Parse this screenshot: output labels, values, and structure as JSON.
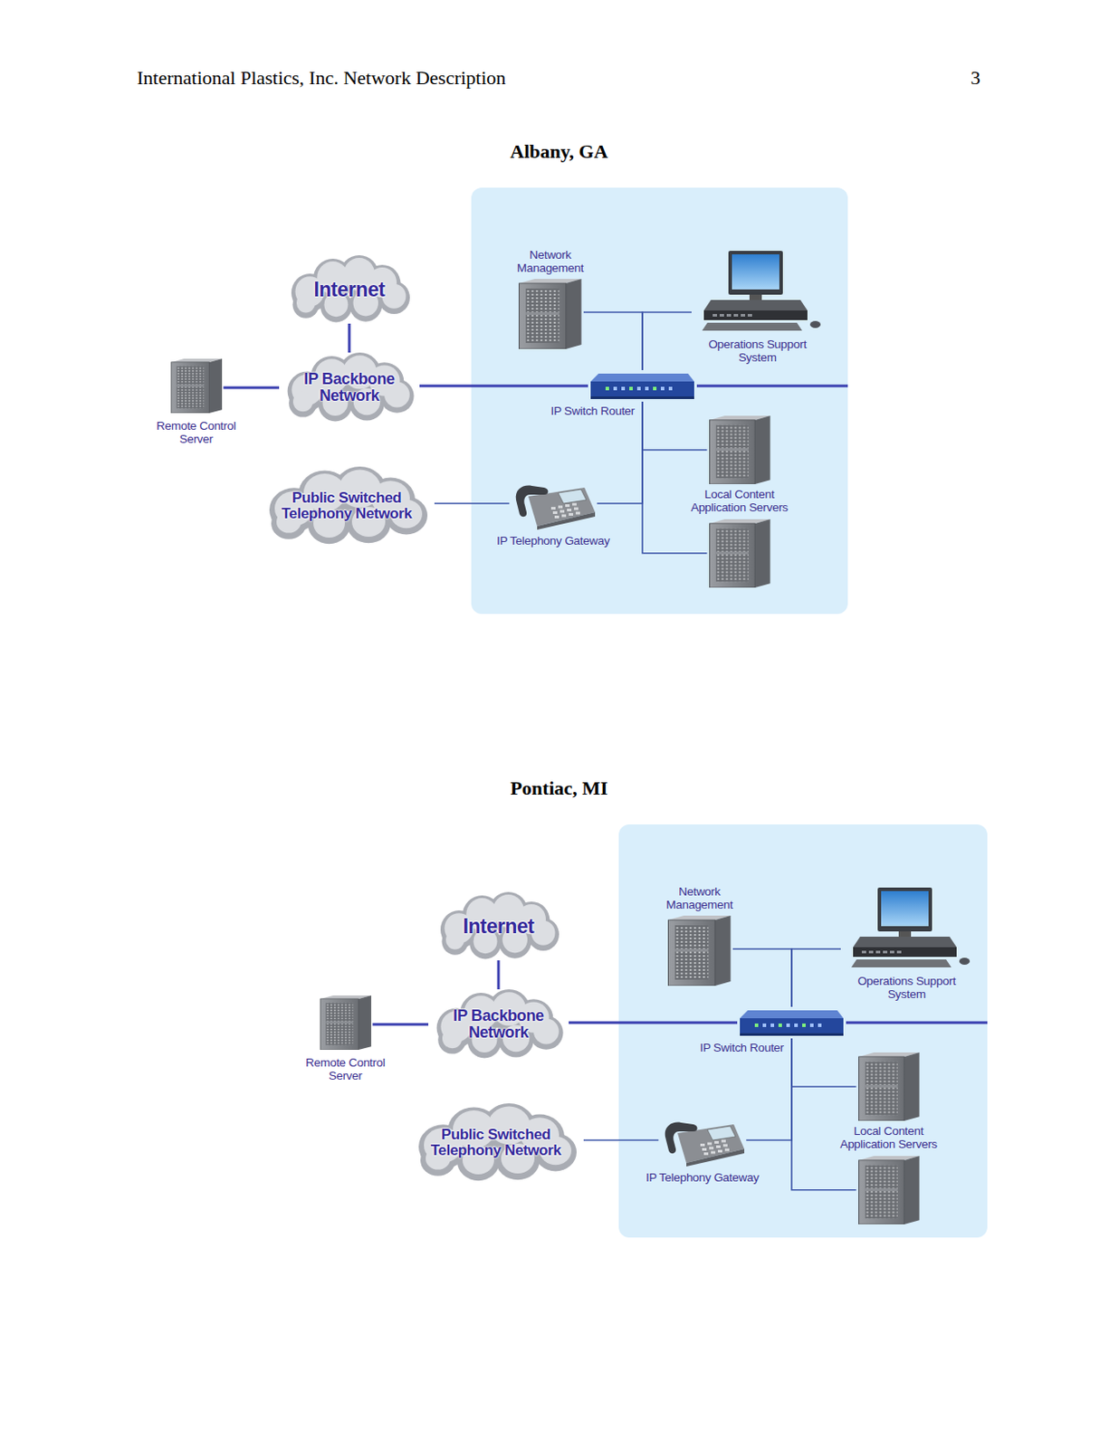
{
  "diagram": {
    "nodes": [
      {
        "text": [
          "Network Management"
        ]
      },
      {
        "text": [
          "Operations Support System"
        ]
      },
      {
        "text": [
          "Internet"
        ]
      },
      {
        "text": [
          "IP Backbone Network"
        ]
      },
      {
        "text": [
          "Remote Control Server"
        ]
      },
      {
        "text": [
          "IP Switch Router"
        ]
      },
      {
        "text": [
          "Local Content Application Servers"
        ]
      },
      {
        "text": [
          "Public Switched Telephony Network"
        ]
      },
      {
        "text": [
          "IP Telephony Gateway"
        ]
      },
      {
        "text": [
          "Network Management"
        ]
      },
      {
        "text": [
          "Operations Support System"
        ]
      },
      {
        "text": [
          "Internet"
        ]
      },
      {
        "text": [
          "IP Backbone Network"
        ]
      },
      {
        "text": [
          "Remote Control Server"
        ]
      },
      {
        "text": [
          "IP Switch Router"
        ]
      },
      {
        "text": [
          "Local Content Application Servers"
        ]
      },
      {
        "text": [
          "Public Switched Telephony Network"
        ]
      },
      {
        "text": [
          "IP Telephony Gateway"
        ]
      }
    ],
    "edges": [
      {
        "from": 2,
        "to": 3,
        "arrow": "none"
      },
      {
        "from": 4,
        "to": 3,
        "arrow": "none"
      },
      {
        "from": 3,
        "to": 5,
        "arrow": "none"
      },
      {
        "from": 5,
        "to": 0,
        "arrow": "none"
      },
      {
        "from": 5,
        "to": 1,
        "arrow": "none"
      },
      {
        "from": 5,
        "to": 6,
        "arrow": "none"
      },
      {
        "from": 7,
        "to": 8,
        "arrow": "none"
      },
      {
        "from": 8,
        "to": 5,
        "arrow": "none"
      },
      {
        "from": 11,
        "to": 12,
        "arrow": "none"
      },
      {
        "from": 13,
        "to": 12,
        "arrow": "none"
      },
      {
        "from": 12,
        "to": 14,
        "arrow": "none"
      },
      {
        "from": 14,
        "to": 9,
        "arrow": "none"
      },
      {
        "from": 14,
        "to": 10,
        "arrow": "none"
      },
      {
        "from": 14,
        "to": 15,
        "arrow": "none"
      },
      {
        "from": 16,
        "to": 17,
        "arrow": "none"
      },
      {
        "from": 17,
        "to": 14,
        "arrow": "none"
      }
    ],
    "labels": [
      "International Plastics, Inc. Network Description",
      "3",
      "Albany, GA",
      "Pontiac, MI"
    ]
  }
}
